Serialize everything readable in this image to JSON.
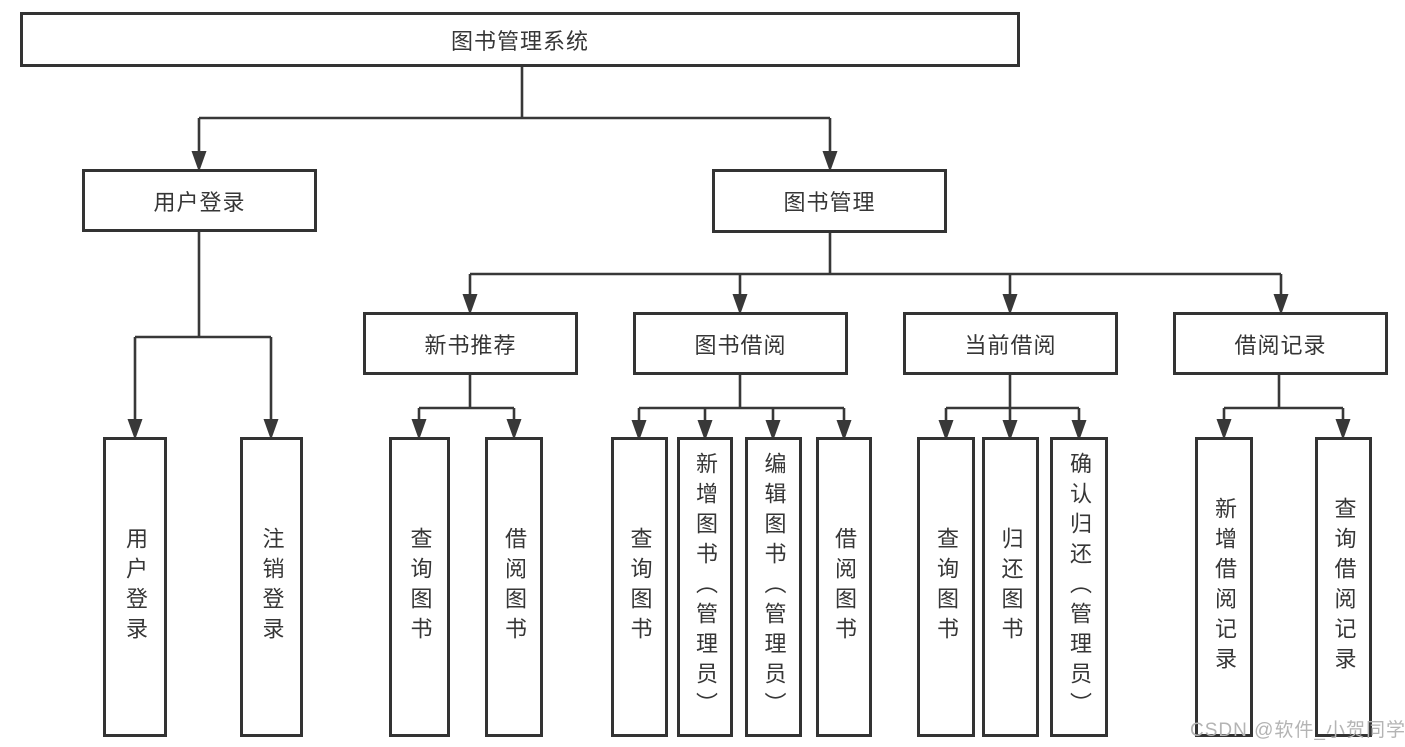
{
  "tree": {
    "root": "图书管理系统",
    "branches": [
      {
        "label": "用户登录",
        "children": [
          "用户登录",
          "注销登录"
        ]
      },
      {
        "label": "图书管理",
        "groups": [
          {
            "label": "新书推荐",
            "children": [
              "查询图书",
              "借阅图书"
            ]
          },
          {
            "label": "图书借阅",
            "children": [
              "查询图书",
              "新增图书（管理员）",
              "编辑图书（管理员）",
              "借阅图书"
            ]
          },
          {
            "label": "当前借阅",
            "children": [
              "查询图书",
              "归还图书",
              "确认归还（管理员）"
            ]
          },
          {
            "label": "借阅记录",
            "children": [
              "新增借阅记录",
              "查询借阅记录"
            ]
          }
        ]
      }
    ]
  },
  "watermark": "CSDN @软件_小贺同学",
  "colors": {
    "line": "#383838",
    "box_border": "#333333",
    "text": "#363636",
    "watermark": "#b4b4b4",
    "background": "#ffffff"
  }
}
